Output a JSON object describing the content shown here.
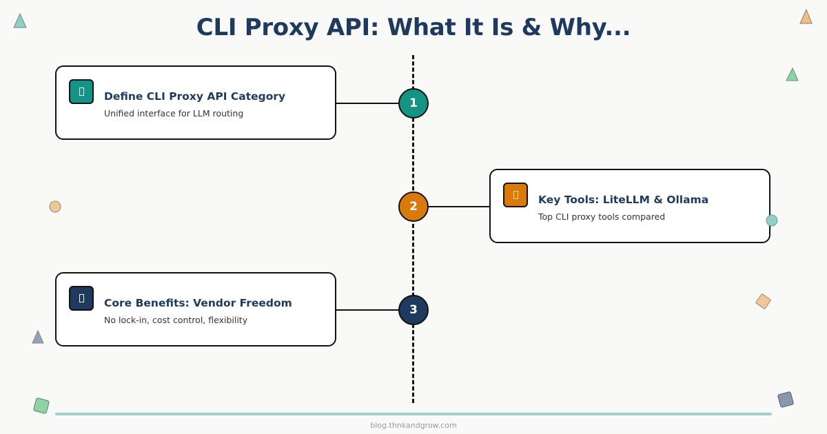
{
  "title": "CLI Proxy API: What It Is & Why...",
  "steps": [
    {
      "number": "1",
      "title": "Define CLI Proxy API Category",
      "subtitle": "Unified interface for LLM routing",
      "color": "#139485",
      "icon": "box-icon",
      "side": "left"
    },
    {
      "number": "2",
      "title": "Key Tools: LiteLLM & Ollama",
      "subtitle": "Top CLI proxy tools compared",
      "color": "#da7a0a",
      "icon": "box-icon",
      "side": "right"
    },
    {
      "number": "3",
      "title": "Core Benefits: Vendor Freedom",
      "subtitle": "No lock-in, cost control, flexibility",
      "color": "#1e3a5f",
      "icon": "box-icon",
      "side": "left"
    }
  ],
  "footer": "blog.thnkandgrow.com",
  "colors": {
    "title": "#1e3a5f",
    "accent_teal": "#139485",
    "accent_orange": "#da7a0a",
    "accent_navy": "#1e3a5f",
    "footer_bar": "#9dd0c8"
  }
}
